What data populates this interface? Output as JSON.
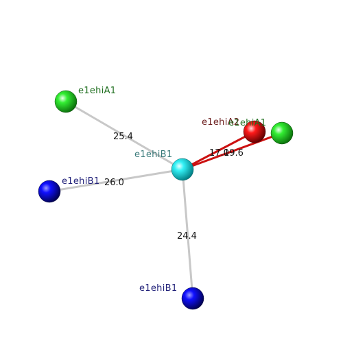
{
  "nodes": [
    {
      "id": "center",
      "label": "e1ehiB1",
      "color": "#00e5ee",
      "label_color": "#3a7a7a"
    },
    {
      "id": "nw",
      "label": "e1ehiA1",
      "color": "#22dd22",
      "label_color": "#1e6e1e"
    },
    {
      "id": "w",
      "label": "e1ehiB1",
      "color": "#0000ee",
      "label_color": "#22227a"
    },
    {
      "id": "s",
      "label": "e1ehiB1",
      "color": "#0000ee",
      "label_color": "#22227a"
    },
    {
      "id": "ne_red",
      "label": "e1ehiA2",
      "color": "#ee0000",
      "label_color": "#6e2020"
    },
    {
      "id": "ne_green",
      "label": "e1ehiA1",
      "color": "#22dd22",
      "label_color": "#1e6e1e"
    }
  ],
  "edges": [
    {
      "from": "center",
      "to": "nw",
      "distance": "25.4",
      "color": "#c8c8c8"
    },
    {
      "from": "center",
      "to": "w",
      "distance": "26.0",
      "color": "#c8c8c8"
    },
    {
      "from": "center",
      "to": "s",
      "distance": "24.4",
      "color": "#c8c8c8"
    },
    {
      "from": "center",
      "to": "ne_red",
      "distance": "17.0",
      "color": "#cc1111"
    },
    {
      "from": "center",
      "to": "ne_green",
      "distance": "19.6",
      "color": "#cc1111"
    }
  ]
}
